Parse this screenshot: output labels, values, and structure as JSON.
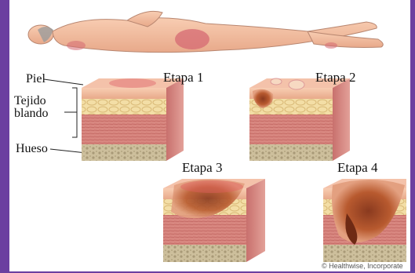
{
  "labels": {
    "skin": "Piel",
    "soft_tissue_line1": "Tejido",
    "soft_tissue_line2": "blando",
    "bone": "Hueso"
  },
  "stages": [
    {
      "label": "Etapa 1"
    },
    {
      "label": "Etapa 2"
    },
    {
      "label": "Etapa 3"
    },
    {
      "label": "Etapa 4"
    }
  ],
  "credit": "© Healthwise, Incorporate",
  "colors": {
    "frame_border": "#6b3fa0",
    "skin": "#f2b89a",
    "fat": "#f1dca0",
    "muscle": "#d98580",
    "bone": "#c9bb98",
    "wound": "#b7403a"
  }
}
